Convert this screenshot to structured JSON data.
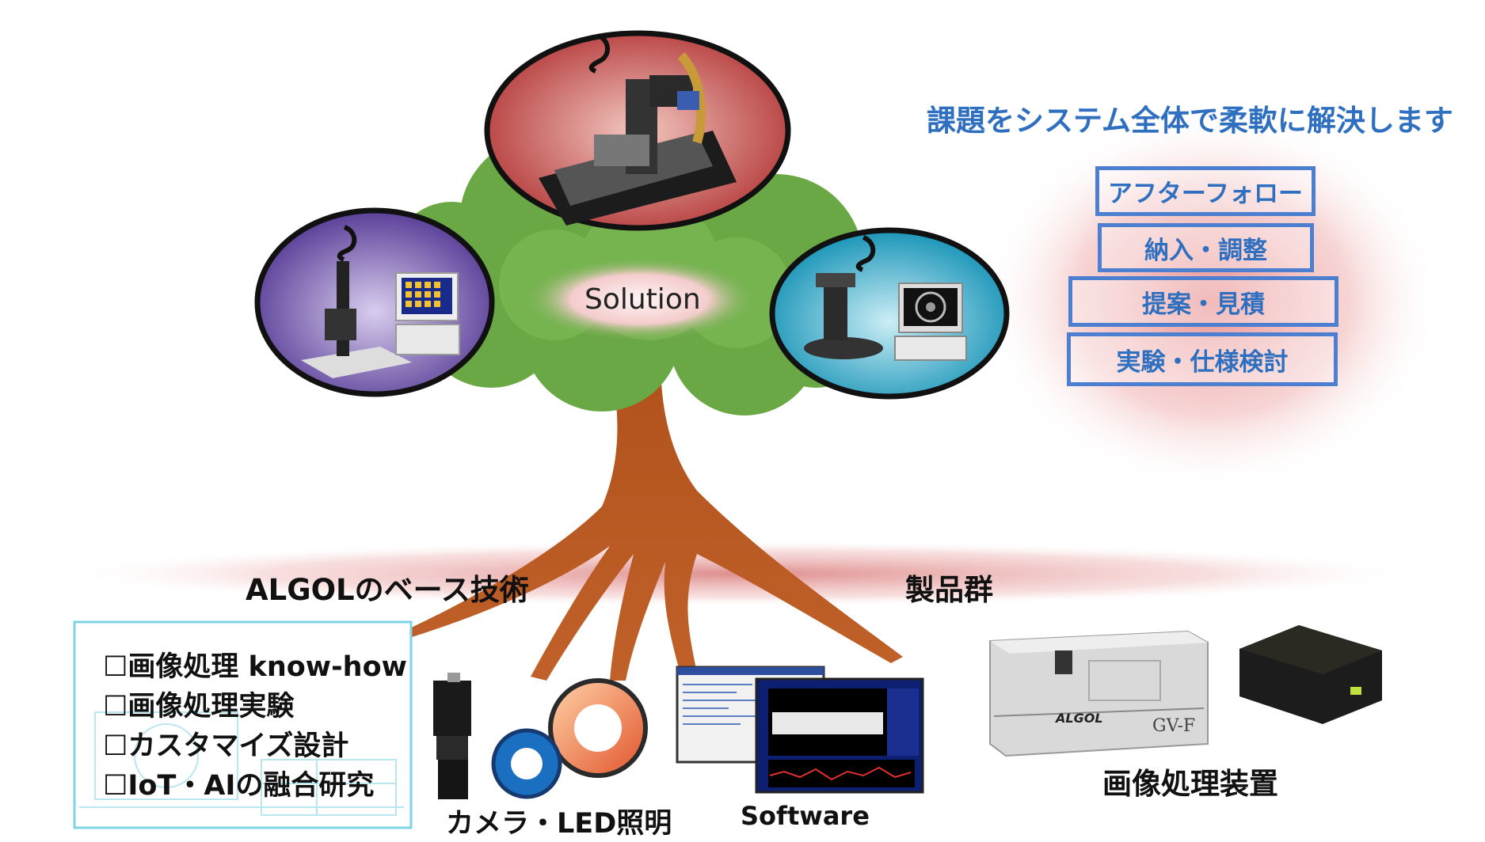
{
  "headline": "課題をシステム全体で柔軟に解決します",
  "process_steps": [
    "アフターフォロー",
    "納入・調整",
    "提案・見積",
    "実験・仕様検討"
  ],
  "center_label": "Solution",
  "base_tech_label": "ALGOLのベース技術",
  "products_label": "製品群",
  "skills": [
    "☐画像処理 know-how",
    "☐画像処理実験",
    "☐カスタマイズ設計",
    "☐IoT・AIの融合研究"
  ],
  "camera_label": "カメラ・LED照明",
  "software_label": "Software",
  "device_label": "画像処理装置",
  "device_brand": "ALGOL",
  "device_model": "GV-F",
  "colors": {
    "accent_blue": "#4d7fd1",
    "tree_green": "#6aa845",
    "trunk_brown": "#b5531c",
    "circle_red": "#c24a4a",
    "circle_purple": "#6e58a8",
    "circle_cyan": "#2fa7c4"
  }
}
